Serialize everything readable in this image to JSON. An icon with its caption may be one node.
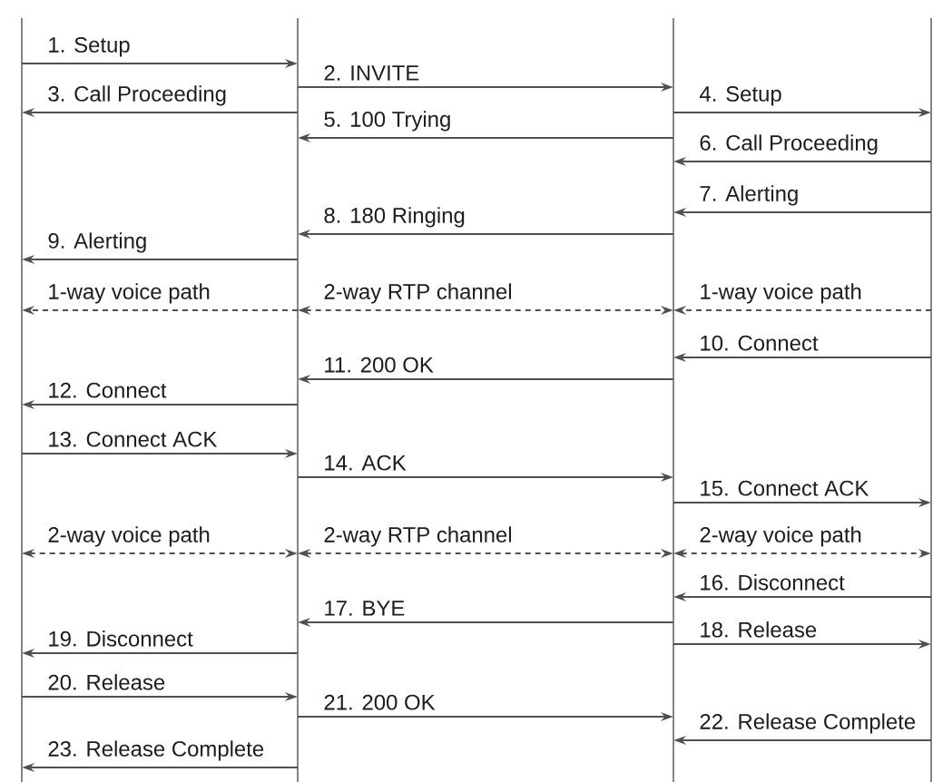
{
  "diagram": {
    "nodes": [
      {
        "text": [],
        "shape": "bar"
      },
      {
        "text": [],
        "shape": "bar"
      },
      {
        "text": [],
        "shape": "bar"
      },
      {
        "text": [],
        "shape": "bar"
      }
    ],
    "edges": [
      {
        "from": 0,
        "to": 1,
        "arrow": "to",
        "label": "1. Setup"
      },
      {
        "from": 1,
        "to": 2,
        "arrow": "to",
        "label": "2. INVITE"
      },
      {
        "from": 1,
        "to": 0,
        "arrow": "to",
        "label": "3. Call Proceeding"
      },
      {
        "from": 2,
        "to": 3,
        "arrow": "to",
        "label": "4. Setup"
      },
      {
        "from": 2,
        "to": 1,
        "arrow": "to",
        "label": "5. 100 Trying"
      },
      {
        "from": 3,
        "to": 2,
        "arrow": "to",
        "label": "6. Call Proceeding"
      },
      {
        "from": 3,
        "to": 2,
        "arrow": "to",
        "label": "7. Alerting"
      },
      {
        "from": 2,
        "to": 1,
        "arrow": "to",
        "label": "8. 180 Ringing"
      },
      {
        "from": 1,
        "to": 0,
        "arrow": "to",
        "label": "9. Alerting"
      },
      {
        "from": 1,
        "to": 0,
        "arrow": "to",
        "label": "1-way voice path",
        "style": "dashed"
      },
      {
        "from": 1,
        "to": 2,
        "arrow": "both",
        "label": "2-way RTP channel",
        "style": "dashed"
      },
      {
        "from": 3,
        "to": 2,
        "arrow": "to",
        "label": "1-way voice path",
        "style": "dashed"
      },
      {
        "from": 3,
        "to": 2,
        "arrow": "to",
        "label": "10. Connect"
      },
      {
        "from": 2,
        "to": 1,
        "arrow": "to",
        "label": "11. 200 OK"
      },
      {
        "from": 1,
        "to": 0,
        "arrow": "to",
        "label": "12. Connect"
      },
      {
        "from": 0,
        "to": 1,
        "arrow": "to",
        "label": "13. Connect ACK"
      },
      {
        "from": 1,
        "to": 2,
        "arrow": "to",
        "label": "14. ACK"
      },
      {
        "from": 2,
        "to": 3,
        "arrow": "to",
        "label": "15. Connect ACK"
      },
      {
        "from": 0,
        "to": 1,
        "arrow": "both",
        "label": "2-way voice path",
        "style": "dashed"
      },
      {
        "from": 1,
        "to": 2,
        "arrow": "both",
        "label": "2-way RTP channel",
        "style": "dashed"
      },
      {
        "from": 2,
        "to": 3,
        "arrow": "both",
        "label": "2-way voice path",
        "style": "dashed"
      },
      {
        "from": 3,
        "to": 2,
        "arrow": "to",
        "label": "16. Disconnect"
      },
      {
        "from": 2,
        "to": 1,
        "arrow": "to",
        "label": "17. BYE"
      },
      {
        "from": 2,
        "to": 3,
        "arrow": "to",
        "label": "18. Release"
      },
      {
        "from": 1,
        "to": 0,
        "arrow": "to",
        "label": "19. Disconnect"
      },
      {
        "from": 0,
        "to": 1,
        "arrow": "to",
        "label": "20. Release"
      },
      {
        "from": 1,
        "to": 2,
        "arrow": "to",
        "label": "21. 200 OK"
      },
      {
        "from": 3,
        "to": 2,
        "arrow": "to",
        "label": "22. Release Complete"
      },
      {
        "from": 1,
        "to": 0,
        "arrow": "to",
        "label": "23. Release Complete"
      }
    ]
  }
}
